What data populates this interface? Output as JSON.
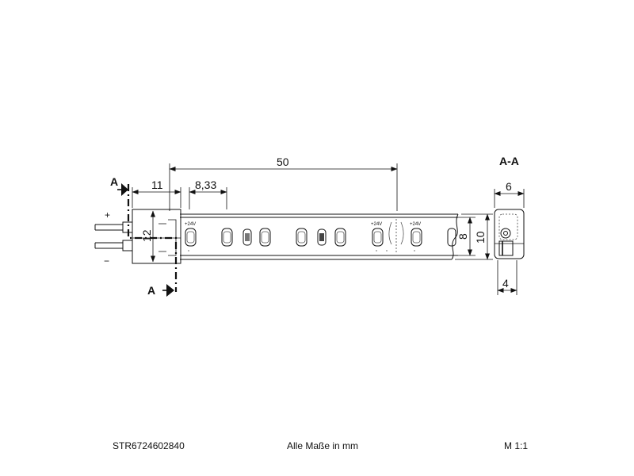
{
  "dimensions": {
    "length": "50",
    "connector_length": "11",
    "pitch": "8,33",
    "connector_height": "12",
    "strip_height": "8",
    "total_height": "10",
    "section_width": "6",
    "section_depth": "4"
  },
  "section": {
    "title": "A-A",
    "marker": "A"
  },
  "polarity": {
    "plus": "+",
    "minus": "−"
  },
  "led_label": "+24V",
  "footer": {
    "article_number": "STR6724602840",
    "units_note": "Alle Maße in mm",
    "scale": "M 1:1"
  }
}
